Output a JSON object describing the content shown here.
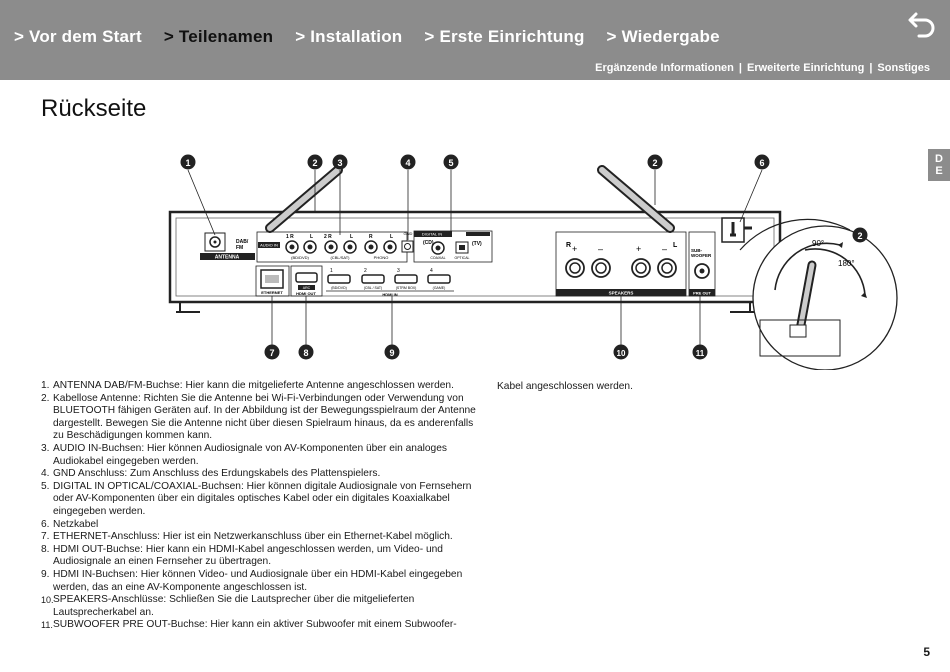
{
  "nav": {
    "items": [
      {
        "label": "> Vor dem Start",
        "active": false
      },
      {
        "label": "> Teilenamen",
        "active": true
      },
      {
        "label": "> Installation",
        "active": false
      },
      {
        "label": "> Erste Einrichtung",
        "active": false
      },
      {
        "label": "> Wiedergabe",
        "active": false
      }
    ],
    "sub": [
      "Ergänzende Informationen",
      "Erweiterte Einrichtung",
      "Sonstiges"
    ],
    "back_icon": "return-arrow-icon"
  },
  "page": {
    "title": "Rückseite",
    "lang_tab": [
      "D",
      "E"
    ],
    "page_number": "5"
  },
  "diagram": {
    "callouts_top": [
      "1",
      "2",
      "3",
      "4",
      "5",
      "2",
      "6"
    ],
    "callouts_bottom": [
      "7",
      "8",
      "9",
      "10",
      "11"
    ],
    "callout_side": "2",
    "panel_labels": {
      "dab_fm": "DAB/\nFM",
      "antenna": "ANTENNA",
      "audio_in": "AUDIO IN",
      "bd_dvd_audio": "(BD/DVD)",
      "cbl_sat_audio": "(CBL/SAT)",
      "phono": "PHONO",
      "gnd": "GND",
      "digital_in": "DIGITAL IN",
      "cd": "(CD)",
      "tv": "(TV)",
      "coaxial": "COAXIAL",
      "optical": "OPTICAL",
      "ethernet": "ETHERNET",
      "hdmi_out": "HDMI OUT",
      "arc": "ARC",
      "hdmi_in": "HDMI IN",
      "hdmi_bd": "(BD/DVD)",
      "hdmi_cbl": "(CBL / SAT)",
      "hdmi_strm": "(STRM BOX)",
      "hdmi_game": "(GAME)",
      "speakers": "SPEAKERS",
      "sub_woofer": "SUB-\nWOOFER",
      "pre_out": "PRE OUT",
      "angle_90": "90°",
      "angle_180": "180°"
    }
  },
  "list": [
    {
      "num": "1.",
      "text": "ANTENNA DAB/FM-Buchse: Hier kann die mitgelieferte Antenne angeschlossen werden."
    },
    {
      "num": "2.",
      "text": "Kabellose Antenne: Richten Sie die Antenne bei Wi-Fi-Verbindungen oder Verwendung von BLUETOOTH fähigen Geräten auf. In der Abbildung ist der Bewegungsspielraum der Antenne dargestellt. Bewegen Sie die Antenne nicht über diesen Spielraum hinaus, da es anderenfalls zu Beschädigungen kommen kann."
    },
    {
      "num": "3.",
      "text": "AUDIO IN-Buchsen: Hier können Audiosignale von AV-Komponenten über ein analoges Audiokabel eingegeben werden."
    },
    {
      "num": "4.",
      "text": "GND Anschluss: Zum Anschluss des Erdungskabels des Plattenspielers."
    },
    {
      "num": "5.",
      "text": "DIGITAL IN OPTICAL/COAXIAL-Buchsen: Hier können digitale Audiosignale von Fernsehern oder AV-Komponenten über ein digitales optisches Kabel oder ein digitales Koaxialkabel eingegeben werden."
    },
    {
      "num": "6.",
      "text": "Netzkabel"
    },
    {
      "num": "7.",
      "text": "ETHERNET-Anschluss: Hier ist ein Netzwerkanschluss über ein Ethernet-Kabel möglich."
    },
    {
      "num": "8.",
      "text": "HDMI OUT-Buchse: Hier kann ein HDMI-Kabel angeschlossen werden, um Video- und Audiosignale an einen Fernseher zu übertragen."
    },
    {
      "num": "9.",
      "text": "HDMI IN-Buchsen: Hier können Video- und Audiosignale über ein HDMI-Kabel eingegeben werden, das an eine AV-Komponente angeschlossen ist."
    },
    {
      "num": "10.",
      "text": "SPEAKERS-Anschlüsse: Schließen Sie die Lautsprecher über die mitgelieferten Lautsprecherkabel an."
    },
    {
      "num": "11.",
      "text": "SUBWOOFER PRE OUT-Buchse: Hier kann ein aktiver Subwoofer mit einem Subwoofer-"
    }
  ],
  "list_continuation": "Kabel angeschlossen werden."
}
